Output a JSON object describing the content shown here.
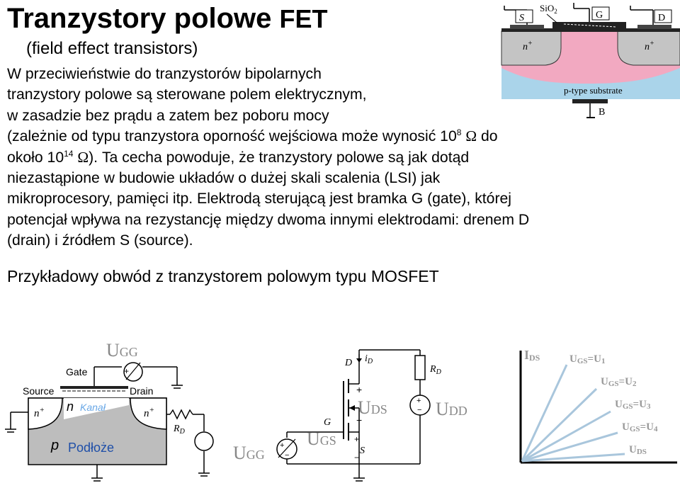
{
  "title": {
    "main": "Tranzystory polowe ",
    "abbr": "FET"
  },
  "subtitle": "(field effect transistors)",
  "paragraph": {
    "line1": "W przeciwieństwie do tranzystorów bipolarnych",
    "line2": "tranzystory polowe są sterowane polem elektrycznym,",
    "line3": "w zasadzie bez prądu a zatem bez poboru mocy",
    "line4a": "(zależnie od typu tranzystora oporność wejściowa może wynosić 10",
    "exp1": "8",
    "ohm": "Ω",
    "line4b": " do",
    "line5a": "około 10",
    "exp2": "14",
    "line5b": "). Ta cecha powoduje, że tranzystory polowe są jak dotąd",
    "line6": "niezastąpione w budowie układów o dużej skali scalenia (LSI) jak",
    "line7": "mikroprocesory, pamięci itp. Elektrodą sterującą jest bramka G (gate), której",
    "line8": "potencjał wpływa na rezystancję między dwoma innymi elektrodami: drenem D",
    "line9": "(drain) i źródłem S (source)."
  },
  "example": "Przykładowy obwód z tranzystorem polowym typu MOSFET",
  "structure_diagram": {
    "label_s": "S",
    "label_sio2": "SiO",
    "label_sio2_sub": "2",
    "label_g": "G",
    "label_d": "D",
    "label_n_left": "n",
    "label_n_right": "n",
    "plus": "+",
    "label_substrate": "p-type substrate",
    "label_b": "B"
  },
  "physical_diagram": {
    "u": "U",
    "gg": "GG",
    "gate": "Gate",
    "source": "Source",
    "drain": "Drain",
    "n_region": "n",
    "kanal": "Kanał",
    "n_left": "n",
    "n_right": "n",
    "plus": "+",
    "p_region": "p",
    "podloze": "Podłoże",
    "r": "R",
    "r_sub": "D"
  },
  "circuit": {
    "d": "D",
    "i": "i",
    "i_sub": "D",
    "r": "R",
    "r_sub": "D",
    "u": "U",
    "ds": "DS",
    "dd": "DD",
    "g": "G",
    "gs": "GS",
    "s": "S",
    "gg": "GG",
    "plus": "+",
    "minus": "−"
  },
  "characteristic_plot": {
    "y_axis_i": "I",
    "y_axis_sub": "DS",
    "u": "U",
    "gs": "GS",
    "eq": "=",
    "curves": [
      {
        "u": "U",
        "sub": "1"
      },
      {
        "u": "U",
        "sub": "2"
      },
      {
        "u": "U",
        "sub": "3"
      },
      {
        "u": "U",
        "sub": "4"
      }
    ],
    "x_axis_u": "U",
    "x_axis_sub": "DS",
    "line_color": "#a9c6dc"
  }
}
